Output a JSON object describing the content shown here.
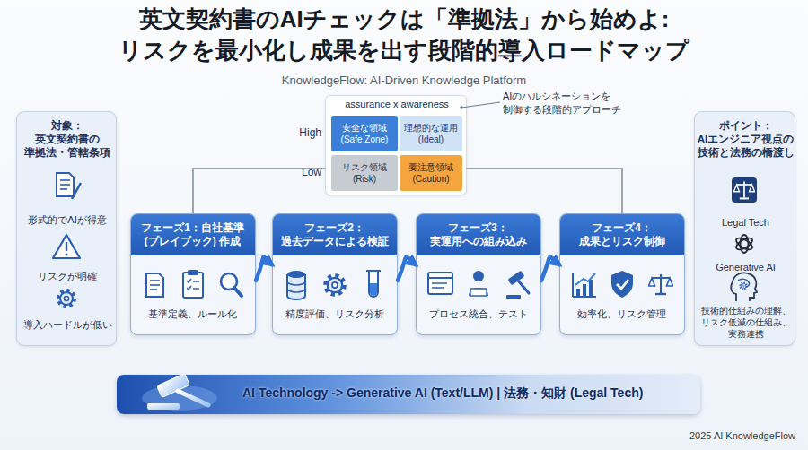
{
  "diagram": {
    "title": "英文契約書のAIチェックは「準拠法」から始めよ: リスクを最小化し成果を出す段階的導入ロードマップ",
    "nodes": [
      {
        "text": [
          "対象： 英文契約書の 準拠法・管轄条項",
          "形式的でAIが得意",
          "リスクが明確",
          "導入ハードルが低い"
        ]
      },
      {
        "text": [
          "assurance x awareness"
        ]
      },
      {
        "text": [
          "安全な領域 (Safe Zone)"
        ],
        "in": 1
      },
      {
        "text": [
          "理想的な運用 (Ideal)"
        ],
        "in": 1
      },
      {
        "text": [
          "リスク領域 (Risk)"
        ],
        "in": 1
      },
      {
        "text": [
          "要注意領域 (Caution)"
        ],
        "in": 1
      },
      {
        "text": [
          "フェーズ1：自社基準 (プレイブック) 作成",
          "基準定義、ルール化"
        ]
      },
      {
        "text": [
          "フェーズ2： 過去データによる検証",
          "精度評価、リスク分析"
        ]
      },
      {
        "text": [
          "フェーズ3： 実運用への組み込み",
          "プロセス統合、テスト"
        ]
      },
      {
        "text": [
          "フェーズ4： 成果とリスク制御",
          "効率化、リスク管理"
        ]
      },
      {
        "text": [
          "ポイント： AIエンジニア視点の 技術と法務の橋渡し",
          "Legal Tech",
          "Generative AI",
          "技術的仕組みの理解、 リスク低減の仕組み、 実務連携"
        ]
      },
      {
        "text": [
          "AI Technology -> Generative AI (Text/LLM) | 法務・知財 (Legal Tech)"
        ]
      }
    ],
    "edges": [
      {
        "from": 6,
        "to": 7,
        "arrow": "to"
      },
      {
        "from": 7,
        "to": 8,
        "arrow": "to"
      },
      {
        "from": 8,
        "to": 9,
        "arrow": "to"
      },
      {
        "from": 6,
        "to": 1,
        "arrow": "none"
      },
      {
        "from": 1,
        "to": 9,
        "arrow": "none"
      }
    ],
    "labels": [
      "KnowledgeFlow: AI-Driven Knowledge Platform",
      "High",
      "Low",
      "AIのハルシネーションを 制御する段階的アプローチ",
      "2025 AI KnowledgeFlow"
    ]
  }
}
